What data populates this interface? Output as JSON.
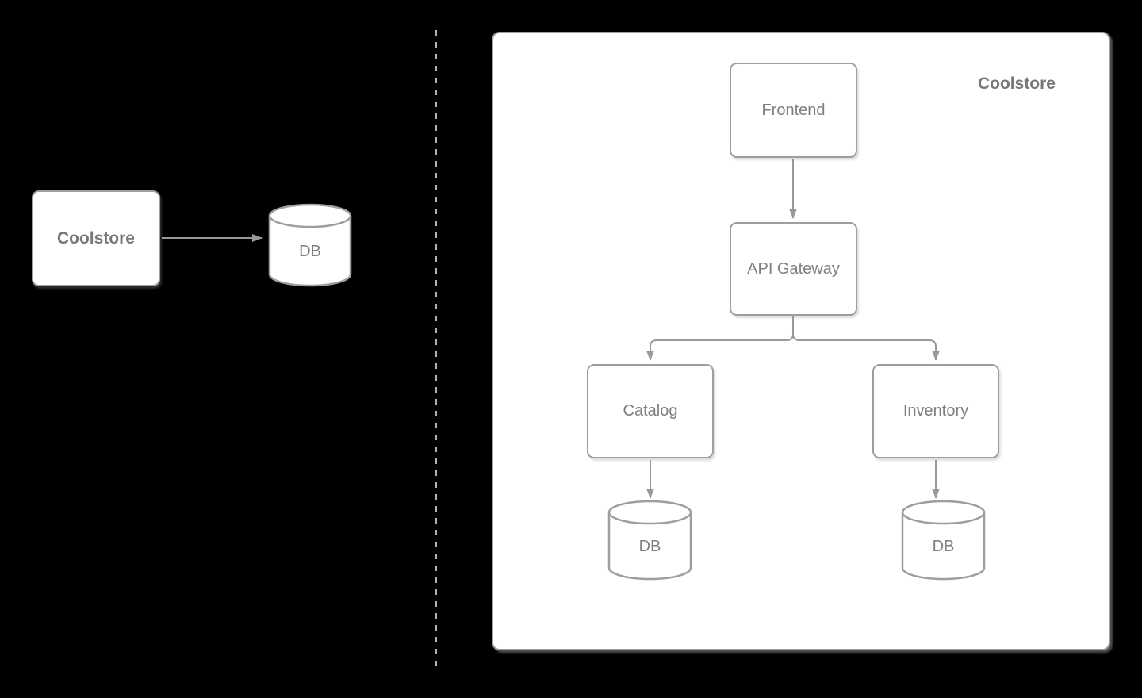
{
  "diagram_type": "architecture-diagram",
  "colors": {
    "background": "#000000",
    "shape_fill": "#ffffff",
    "shape_stroke": "#9e9e9e",
    "label_text": "#7f7f7f",
    "connector": "#999999",
    "divider_dash": "#b3b3b3"
  },
  "left_diagram": {
    "nodes": [
      {
        "id": "coolstore",
        "label": "Coolstore",
        "shape": "rounded-box",
        "bold": true
      },
      {
        "id": "db",
        "label": "DB",
        "shape": "cylinder"
      }
    ],
    "edges": [
      {
        "from": "coolstore",
        "to": "db"
      }
    ]
  },
  "right_diagram": {
    "container": {
      "label": "Coolstore"
    },
    "nodes": [
      {
        "id": "frontend",
        "label": "Frontend",
        "shape": "rounded-box"
      },
      {
        "id": "api-gateway",
        "label": "API Gateway",
        "shape": "rounded-box"
      },
      {
        "id": "catalog",
        "label": "Catalog",
        "shape": "rounded-box"
      },
      {
        "id": "inventory",
        "label": "Inventory",
        "shape": "rounded-box"
      },
      {
        "id": "catalog-db",
        "label": "DB",
        "shape": "cylinder"
      },
      {
        "id": "inventory-db",
        "label": "DB",
        "shape": "cylinder"
      }
    ],
    "edges": [
      {
        "from": "frontend",
        "to": "api-gateway"
      },
      {
        "from": "api-gateway",
        "to": "catalog"
      },
      {
        "from": "api-gateway",
        "to": "inventory"
      },
      {
        "from": "catalog",
        "to": "catalog-db"
      },
      {
        "from": "inventory",
        "to": "inventory-db"
      }
    ]
  }
}
